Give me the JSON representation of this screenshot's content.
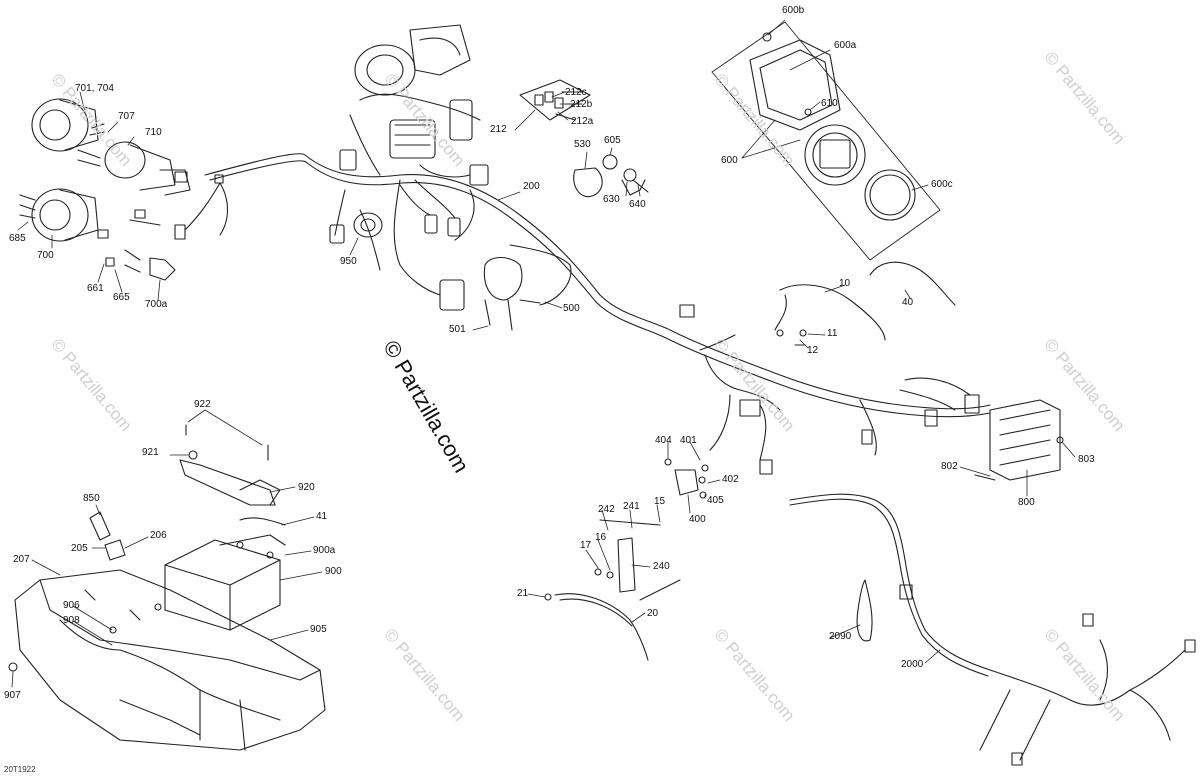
{
  "watermark": {
    "text": "© Partzilla.com"
  },
  "center_watermark": {
    "text": "© Partzilla.com"
  },
  "diagram_code": "20T1922",
  "callouts": {
    "c600b": "600b",
    "c600a": "600a",
    "c610": "610",
    "c600": "600",
    "c600c": "600c",
    "c212c": "212c",
    "c212b": "212b",
    "c212": "212",
    "c212a": "212a",
    "c605": "605",
    "c530": "530",
    "c630": "630",
    "c640": "640",
    "c701": "701, 704",
    "c707": "707",
    "c710": "710",
    "c685": "685",
    "c700": "700",
    "c661": "661",
    "c665": "665",
    "c700a": "700a",
    "c950": "950",
    "c200": "200",
    "c500": "500",
    "c501": "501",
    "c10": "10",
    "c40": "40",
    "c11": "11",
    "c12": "12",
    "c922": "922",
    "c921": "921",
    "c920": "920",
    "c850": "850",
    "c41": "41",
    "c206": "206",
    "c205": "205",
    "c900a": "900a",
    "c207": "207",
    "c900": "900",
    "c906": "906",
    "c908": "908",
    "c905": "905",
    "c907": "907",
    "c404": "404",
    "c401": "401",
    "c402": "402",
    "c405": "405",
    "c400": "400",
    "c242": "242",
    "c241": "241",
    "c15": "15",
    "c17": "17",
    "c16": "16",
    "c240": "240",
    "c21": "21",
    "c20": "20",
    "c803": "803",
    "c802": "802",
    "c800": "800",
    "c2090": "2090",
    "c2000": "2000"
  }
}
